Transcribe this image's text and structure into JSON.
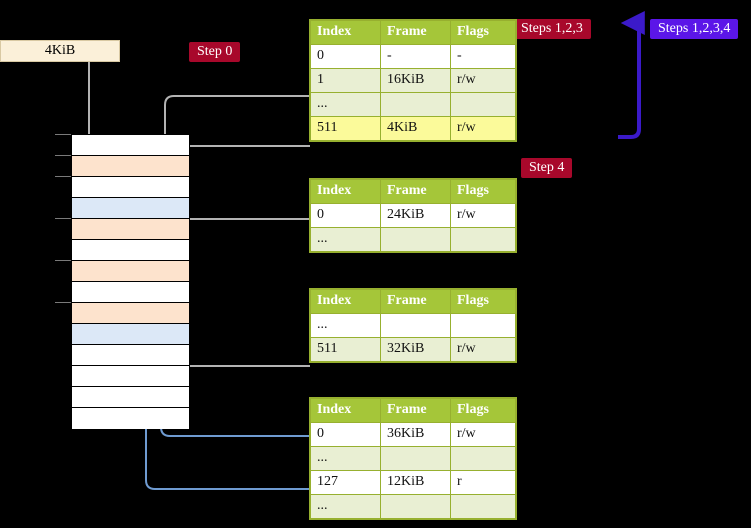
{
  "diagram": {
    "title_badges": {
      "steps_123": "Steps 1,2,3",
      "steps_1234": "Steps 1,2,3,4",
      "step_0": "Step 0",
      "step_4": "Step 4"
    },
    "frame_box": {
      "label": "4KiB"
    },
    "columns": [
      "Index",
      "Frame",
      "Flags"
    ],
    "tables": [
      {
        "name": "pml4-table",
        "headers": [
          "Index",
          "Frame",
          "Flags"
        ],
        "rows": [
          {
            "index": "0",
            "frame": "-",
            "flags": "-",
            "style": "plain"
          },
          {
            "index": "1",
            "frame": "16KiB",
            "flags": "r/w",
            "style": "alt"
          },
          {
            "index": "...",
            "frame": "",
            "flags": "",
            "style": "plain"
          },
          {
            "index": "511",
            "frame": "4KiB",
            "flags": "r/w",
            "style": "highlight"
          }
        ]
      },
      {
        "name": "pdp-table",
        "headers": [
          "Index",
          "Frame",
          "Flags"
        ],
        "rows": [
          {
            "index": "0",
            "frame": "24KiB",
            "flags": "r/w",
            "style": "plain"
          },
          {
            "index": "...",
            "frame": "",
            "flags": "",
            "style": "alt"
          }
        ]
      },
      {
        "name": "pd-table",
        "headers": [
          "Index",
          "Frame",
          "Flags"
        ],
        "rows": [
          {
            "index": "...",
            "frame": "",
            "flags": "",
            "style": "plain"
          },
          {
            "index": "511",
            "frame": "32KiB",
            "flags": "r/w",
            "style": "alt"
          }
        ]
      },
      {
        "name": "pt-table",
        "headers": [
          "Index",
          "Frame",
          "Flags"
        ],
        "rows": [
          {
            "index": "0",
            "frame": "36KiB",
            "flags": "r/w",
            "style": "plain"
          },
          {
            "index": "...",
            "frame": "",
            "flags": "",
            "style": "alt"
          },
          {
            "index": "127",
            "frame": "12KiB",
            "flags": "r",
            "style": "plain"
          },
          {
            "index": "...",
            "frame": "",
            "flags": "",
            "style": "alt"
          }
        ]
      }
    ],
    "memory_column": {
      "name": "physical-memory-column",
      "rows": [
        {
          "fill": "white"
        },
        {
          "fill": "orange"
        },
        {
          "fill": "white"
        },
        {
          "fill": "blue"
        },
        {
          "fill": "orange"
        },
        {
          "fill": "white"
        },
        {
          "fill": "orange"
        },
        {
          "fill": "white"
        },
        {
          "fill": "orange"
        },
        {
          "fill": "blue"
        },
        {
          "fill": "white"
        },
        {
          "fill": "white"
        },
        {
          "fill": "white"
        },
        {
          "fill": "white"
        }
      ]
    },
    "colors": {
      "badge_red": "#a8082b",
      "badge_blue": "#5b16e8",
      "table_header": "#a5c639",
      "table_alt_row": "#e9efd3",
      "table_highlight": "#fbfa9a",
      "mem_orange": "#fde3cd",
      "mem_blue": "#dce8f7",
      "frame_box": "#fbf0d9",
      "wire_gray": "#9a9a9a",
      "wire_blue": "#6f9bd1"
    }
  }
}
